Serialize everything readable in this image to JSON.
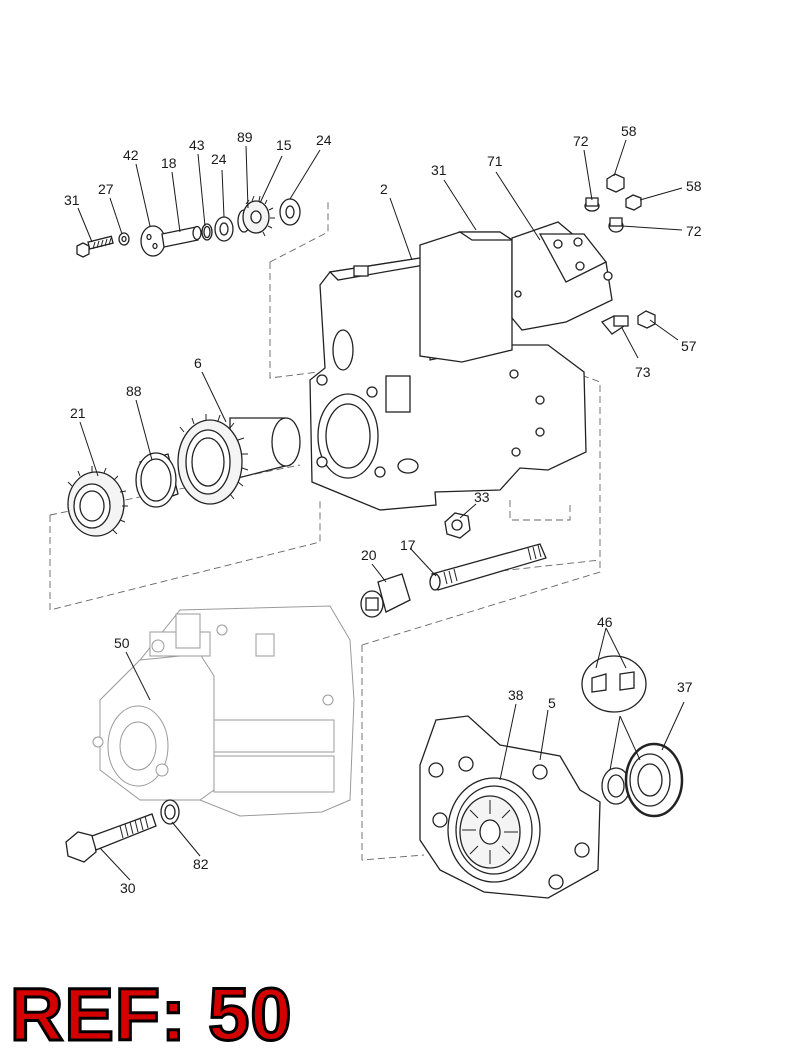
{
  "callouts": [
    {
      "id": "c31a",
      "text": "31"
    },
    {
      "id": "c27",
      "text": "27"
    },
    {
      "id": "c42",
      "text": "42"
    },
    {
      "id": "c18",
      "text": "18"
    },
    {
      "id": "c43",
      "text": "43"
    },
    {
      "id": "c24a",
      "text": "24"
    },
    {
      "id": "c89",
      "text": "89"
    },
    {
      "id": "c15",
      "text": "15"
    },
    {
      "id": "c24b",
      "text": "24"
    },
    {
      "id": "c2",
      "text": "2"
    },
    {
      "id": "c31b",
      "text": "31"
    },
    {
      "id": "c71",
      "text": "71"
    },
    {
      "id": "c72a",
      "text": "72"
    },
    {
      "id": "c58a",
      "text": "58"
    },
    {
      "id": "c58b",
      "text": "58"
    },
    {
      "id": "c72b",
      "text": "72"
    },
    {
      "id": "c57",
      "text": "57"
    },
    {
      "id": "c73",
      "text": "73"
    },
    {
      "id": "c6",
      "text": "6"
    },
    {
      "id": "c88",
      "text": "88"
    },
    {
      "id": "c21",
      "text": "21"
    },
    {
      "id": "c33",
      "text": "33"
    },
    {
      "id": "c20",
      "text": "20"
    },
    {
      "id": "c17",
      "text": "17"
    },
    {
      "id": "c50",
      "text": "50"
    },
    {
      "id": "c46",
      "text": "46"
    },
    {
      "id": "c38",
      "text": "38"
    },
    {
      "id": "c5",
      "text": "5"
    },
    {
      "id": "c37",
      "text": "37"
    },
    {
      "id": "c82",
      "text": "82"
    },
    {
      "id": "c30",
      "text": "30"
    }
  ],
  "reference_label": "REF: 50",
  "colors": {
    "reference_text": "#d40000",
    "reference_outline": "#000000",
    "line_art": "#222222",
    "ghost_art": "#9a9a9a"
  }
}
